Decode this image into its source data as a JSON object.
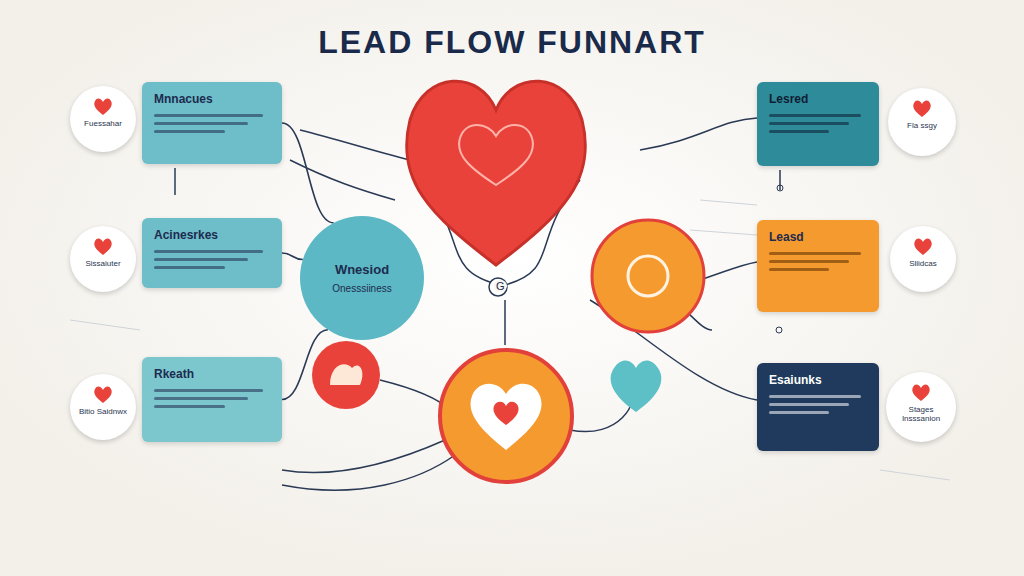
{
  "diagram": {
    "title": "LEAD FLOW FUNNART",
    "nodes": [
      {
        "text": [
          "Fuessahar"
        ]
      },
      {
        "text": [
          "Mnnacues"
        ]
      },
      {
        "text": [
          "Sissaiuter"
        ]
      },
      {
        "text": [
          "Acinesrkes"
        ]
      },
      {
        "text": [
          "Bitio Saidnwx"
        ]
      },
      {
        "text": [
          "Rkeath"
        ]
      },
      {
        "text": [
          "Wnesiod",
          "Onesssiiness"
        ]
      },
      {
        "text": [
          "Lesred"
        ]
      },
      {
        "text": [
          "Fla ssgy"
        ]
      },
      {
        "text": [
          "Leasd"
        ]
      },
      {
        "text": [
          "Sliidcas"
        ]
      },
      {
        "text": [
          "Esaiunks"
        ]
      },
      {
        "text": [
          "Stages Insssanion"
        ]
      }
    ],
    "edges": [
      {
        "from": 1,
        "to": 6,
        "arrow": "none"
      },
      {
        "from": 3,
        "to": 6,
        "arrow": "none"
      },
      {
        "from": 5,
        "to": 6,
        "arrow": "none"
      }
    ],
    "labels": [
      "G"
    ]
  }
}
